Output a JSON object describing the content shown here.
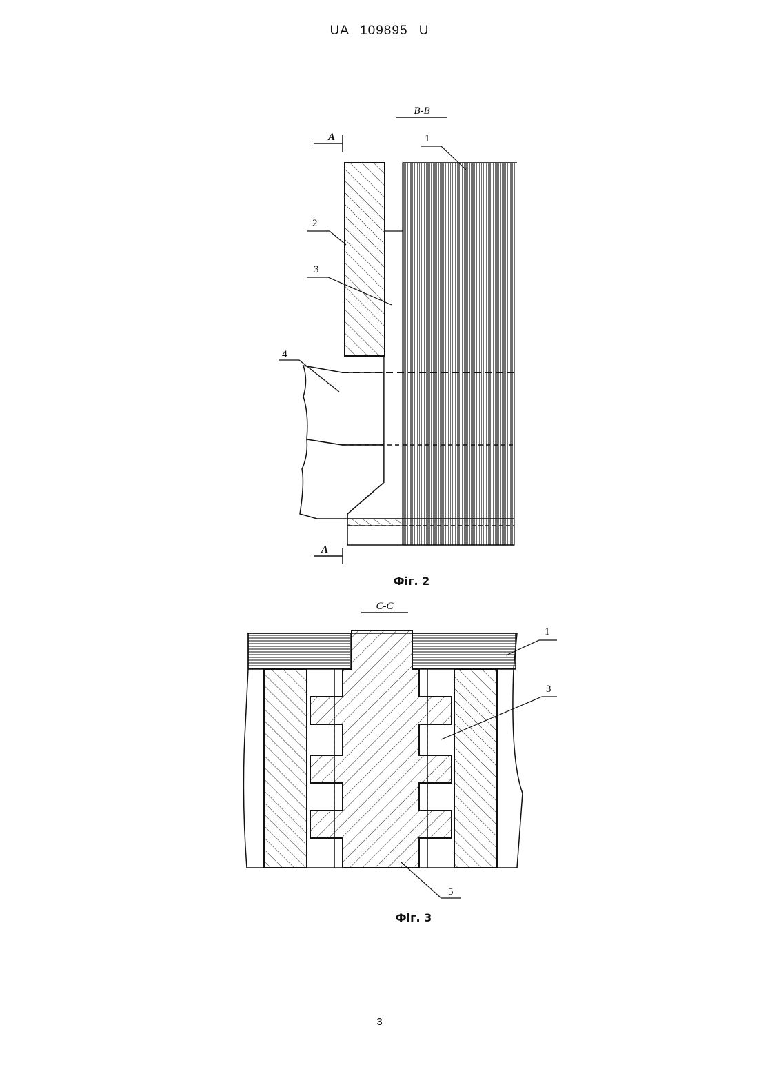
{
  "header": {
    "doc_id": "UA   109895   U"
  },
  "figure2": {
    "section_label": "B-B",
    "cut_label_top": "A",
    "cut_label_bottom": "A",
    "callouts": [
      "1",
      "2",
      "3",
      "4"
    ],
    "caption": "Фіг. 2"
  },
  "figure3": {
    "section_label": "C-C",
    "callouts": [
      "1",
      "3",
      "5"
    ],
    "caption": "Фіг. 3"
  },
  "footer": {
    "page_number": "3"
  }
}
